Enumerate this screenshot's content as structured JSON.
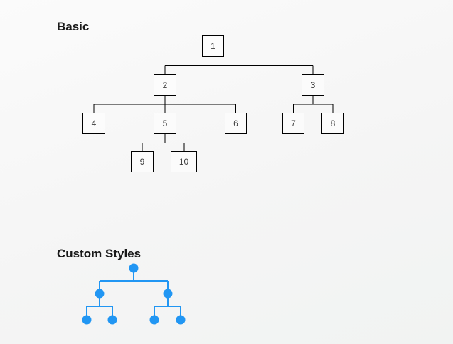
{
  "headings": {
    "basic": "Basic",
    "custom": "Custom Styles"
  },
  "basic_tree": {
    "connector_color": "#000000",
    "node_border_color": "#000000",
    "nodes": [
      {
        "label": "1",
        "children": [
          "2",
          "3"
        ]
      },
      {
        "label": "2",
        "children": [
          "4",
          "5",
          "6"
        ]
      },
      {
        "label": "3",
        "children": [
          "7",
          "8"
        ]
      },
      {
        "label": "4",
        "children": []
      },
      {
        "label": "5",
        "children": [
          "9",
          "10"
        ]
      },
      {
        "label": "6",
        "children": []
      },
      {
        "label": "7",
        "children": []
      },
      {
        "label": "8",
        "children": []
      },
      {
        "label": "9",
        "children": []
      },
      {
        "label": "10",
        "children": []
      }
    ]
  },
  "custom_tree": {
    "accent_color": "#2196f3",
    "node_count": 7
  }
}
